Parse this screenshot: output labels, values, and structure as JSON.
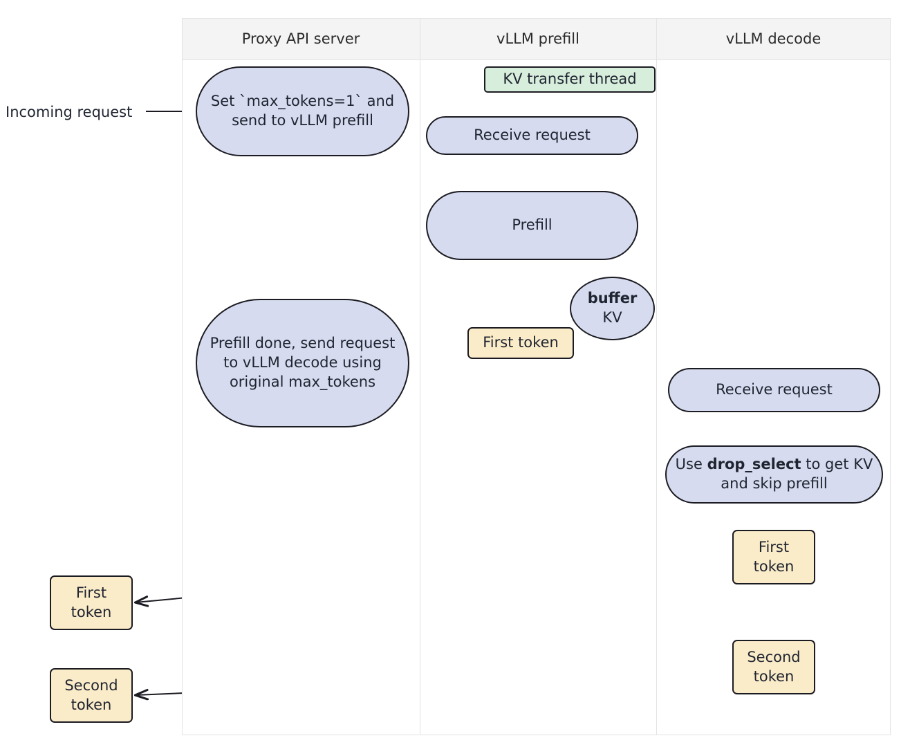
{
  "diagram": {
    "title_visible": false,
    "background": "#ffffff",
    "colors": {
      "process_fill": "#d6dbef",
      "process_stroke": "#1b1b22",
      "token_fill": "#fbecc9",
      "note_fill": "#d7eedc",
      "lane_header_fill": "#f4f4f4",
      "lane_border": "#e3e3e3",
      "edge_stroke": "#1b1b22",
      "text": "#1f2430"
    }
  },
  "lanes": [
    {
      "id": "proxy",
      "label": "Proxy API server"
    },
    {
      "id": "prefill",
      "label": "vLLM prefill"
    },
    {
      "id": "decode",
      "label": "vLLM decode"
    }
  ],
  "external": {
    "incoming_request_label": "Incoming request"
  },
  "nodes": {
    "set_max_tokens": {
      "lane": "proxy",
      "shape": "stadium",
      "label": "Set `max_tokens=1` and send to vLLM prefill"
    },
    "prefill_receive": {
      "lane": "prefill",
      "shape": "stadium",
      "label": "Receive request"
    },
    "prefill": {
      "lane": "prefill",
      "shape": "stadium",
      "label": "Prefill"
    },
    "kv_thread_note": {
      "lane": "prefill",
      "shape": "note",
      "label": "KV transfer thread"
    },
    "buffer_kv": {
      "lane": "prefill",
      "shape": "ellipse",
      "label_bold": "buffer",
      "label_sub": "KV"
    },
    "prefill_first_token": {
      "lane": "prefill",
      "shape": "token",
      "label": "First token"
    },
    "prefill_done": {
      "lane": "proxy",
      "shape": "stadium",
      "label": "Prefill done, send request to vLLM decode using original max_tokens"
    },
    "decode_receive": {
      "lane": "decode",
      "shape": "stadium",
      "label": "Receive request"
    },
    "drop_select": {
      "lane": "decode",
      "shape": "stadium",
      "label_pre": "Use ",
      "label_bold": "drop_select",
      "label_post": " to get KV and skip prefill"
    },
    "decode_first_token": {
      "lane": "decode",
      "shape": "token",
      "label_line1": "First",
      "label_line2": "token"
    },
    "decode_second_token": {
      "lane": "decode",
      "shape": "token",
      "label_line1": "Second",
      "label_line2": "token"
    },
    "out_first_token": {
      "lane": "external",
      "shape": "token",
      "label_line1": "First",
      "label_line2": "token"
    },
    "out_second_token": {
      "lane": "external",
      "shape": "token",
      "label_line1": "Second",
      "label_line2": "token"
    }
  },
  "edges": [
    {
      "from": "incoming_request_label",
      "to": "set_max_tokens",
      "style": "solid-arrow"
    },
    {
      "from": "set_max_tokens",
      "to": "prefill_receive",
      "style": "solid-arrow"
    },
    {
      "from": "prefill_receive",
      "to": "prefill",
      "style": "solid-arrow"
    },
    {
      "from": "kv_thread_note",
      "to": "kv_lifeline",
      "style": "note-tail"
    },
    {
      "from": "prefill",
      "to": "prefill_first_token",
      "style": "solid-arrow"
    },
    {
      "from": "prefill",
      "to": "buffer_kv",
      "style": "solid-arrow"
    },
    {
      "from": "prefill_first_token",
      "to": "prefill_done",
      "style": "solid-arrow"
    },
    {
      "from": "prefill_done",
      "to": "decode_receive",
      "style": "solid-arrow"
    },
    {
      "from": "decode_receive",
      "to": "drop_select",
      "style": "solid-arrow"
    },
    {
      "from": "drop_select",
      "to": "kv_lifeline",
      "style": "solid-arrow"
    },
    {
      "from": "kv_lifeline",
      "to": "drop_select",
      "style": "solid-arrow"
    },
    {
      "from": "drop_select",
      "to": "decode_first_token",
      "style": "solid-arrow"
    },
    {
      "from": "decode_first_token",
      "to": "decode_second_token",
      "style": "solid-arrow"
    },
    {
      "from": "decode_first_token",
      "to": "out_first_token",
      "style": "solid-arrow"
    },
    {
      "from": "decode_second_token",
      "to": "out_second_token",
      "style": "solid-arrow"
    },
    {
      "from": "kv_lifeline_top",
      "to": "kv_lifeline_bottom",
      "style": "solid-arrow"
    }
  ]
}
